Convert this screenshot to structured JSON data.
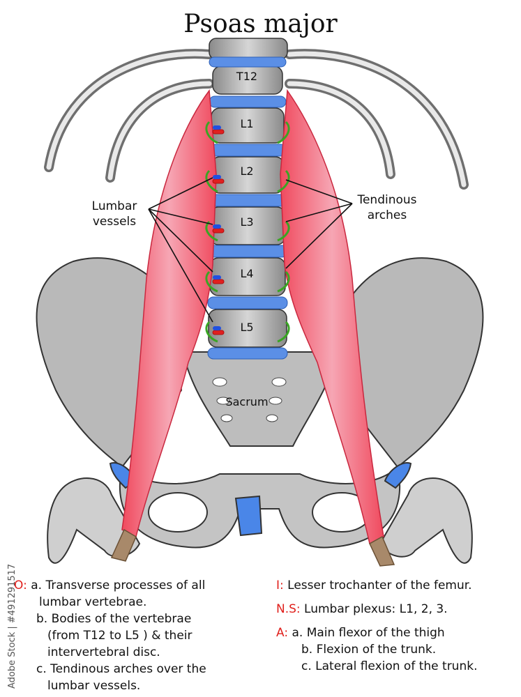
{
  "title": "Psoas major",
  "labels": {
    "lumbar_vessels": "Lumbar\nvessels",
    "tendinous_arches": "Tendinous\narches",
    "vertebrae": [
      "T12",
      "L1",
      "L2",
      "L3",
      "L4",
      "L5"
    ],
    "sacrum": "Sacrum"
  },
  "origin": {
    "key": "O:",
    "items": [
      [
        "a. Transverse processes of all",
        "lumbar vertebrae."
      ],
      [
        "b.  Bodies of the vertebrae",
        "(from T12 to L5 ) & their",
        "intervertebral disc."
      ],
      [
        "c. Tendinous arches over the",
        "lumbar vessels."
      ]
    ]
  },
  "insertion": {
    "key": "I:",
    "text": "Lesser trochanter of the femur."
  },
  "nerve_supply": {
    "key": "N.S:",
    "text": "Lumbar plexus: L1, 2, 3."
  },
  "action": {
    "key": "A:",
    "items": [
      "a. Main flexor of the thigh",
      "b. Flexion of the trunk.",
      "c. Lateral flexion of the trunk."
    ]
  },
  "stock_text": "Adobe Stock | #491291517",
  "colors": {
    "muscle": "#e8455c",
    "disc": "#5b8fe6",
    "arch": "#3aa524",
    "label_red": "#e0201c"
  }
}
